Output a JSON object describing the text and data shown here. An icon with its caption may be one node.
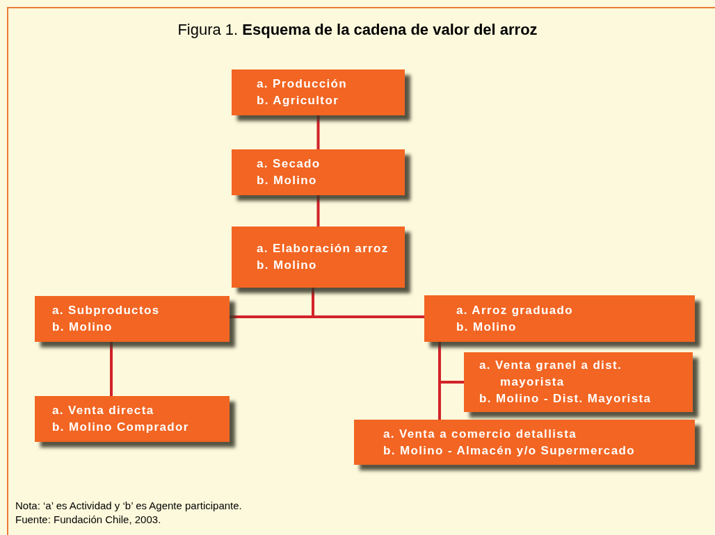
{
  "diagram": {
    "title": "Figura 1. **Esquema de la cadena de valor del arroz**",
    "nodes": [
      {
        "text": [
          "a. Producción",
          "b. Agricultor"
        ]
      },
      {
        "text": [
          "a. Secado",
          "b. Molino"
        ]
      },
      {
        "text": [
          "a. Elaboración arroz",
          "b. Molino"
        ]
      },
      {
        "text": [
          "a. Subproductos",
          "b. Molino"
        ]
      },
      {
        "text": [
          "a. Arroz graduado",
          "b. Molino"
        ]
      },
      {
        "text": [
          "a. Venta granel a dist. mayorista",
          "b. Molino - Dist. Mayorista"
        ]
      },
      {
        "text": [
          "a. Venta directa",
          "b. Molino Comprador"
        ]
      },
      {
        "text": [
          "a. Venta a comercio detallista",
          "b. Molino - Almacén y/o Supermercado"
        ]
      }
    ],
    "edges": [
      {
        "from": 0,
        "to": 1,
        "arrow": "none"
      },
      {
        "from": 1,
        "to": 2,
        "arrow": "none"
      },
      {
        "from": 2,
        "to": 3,
        "arrow": "none"
      },
      {
        "from": 2,
        "to": 4,
        "arrow": "none"
      },
      {
        "from": 3,
        "to": 6,
        "arrow": "none"
      },
      {
        "from": 4,
        "to": 5,
        "arrow": "none"
      },
      {
        "from": 4,
        "to": 7,
        "arrow": "none"
      }
    ],
    "labels": [
      "Nota: ‘a’ es Actividad y ‘b’ es Agente participante.",
      "Fuente: Fundación Chile, 2003."
    ]
  }
}
